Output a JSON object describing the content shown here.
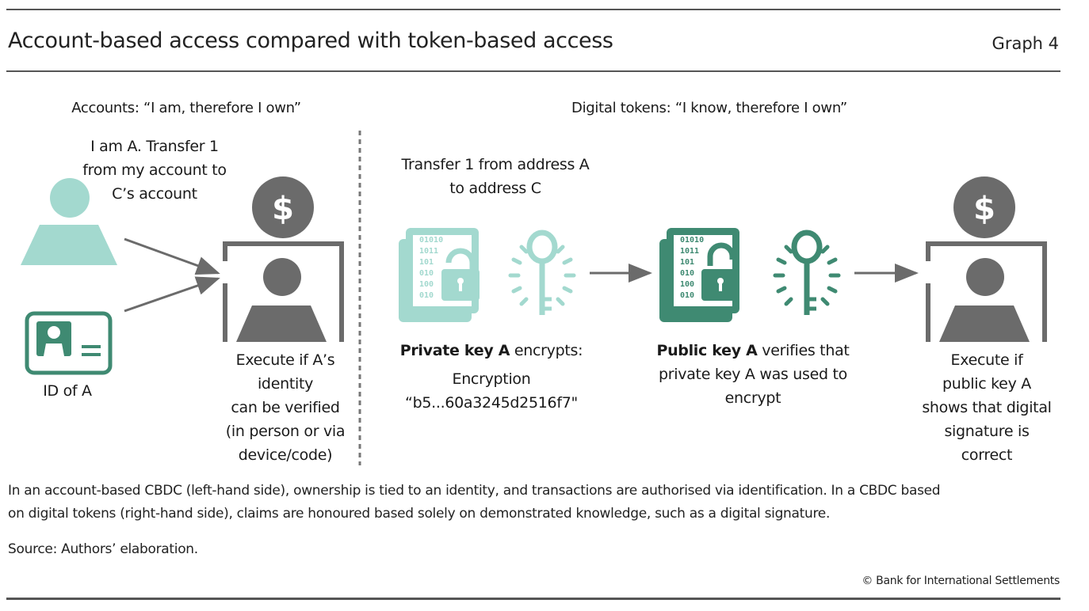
{
  "header": {
    "title": "Account-based access compared with token-based access",
    "graph_number": "Graph 4"
  },
  "left_panel": {
    "heading": "Accounts: “I am, therefore I own”",
    "request_text": [
      "I am A. Transfer 1",
      "from my account to",
      "C’s account"
    ],
    "id_label": "ID of A",
    "execute_text": [
      "Execute if A’s",
      "identity",
      "can be verified",
      "(in person or via",
      "device/code)"
    ]
  },
  "right_panel": {
    "heading": "Digital tokens: “I know, therefore I own”",
    "request_text": [
      "Transfer 1 from address A",
      "to address C"
    ],
    "private_key_bold": "Private key A",
    "private_key_rest": " encrypts:",
    "encryption_label": "Encryption",
    "encryption_value": "“b5...60a3245d2516f7\"",
    "public_key_bold": "Public key A",
    "public_key_rest": [
      " verifies that",
      "private key A was used to",
      "encrypt"
    ],
    "execute_text": [
      "Execute if",
      "public key A",
      "shows that digital",
      "signature is",
      "correct"
    ],
    "binary_digits": [
      "01010",
      "1011",
      "101",
      "010",
      "100",
      "010"
    ]
  },
  "icons": {
    "dollar_symbol": "$"
  },
  "colors": {
    "light_teal": "#a3d9cf",
    "dark_green": "#3f8a72",
    "gray": "#6b6b6b",
    "rule": "#555555"
  },
  "footer": {
    "note_lines": [
      "In an account-based CBDC (left-hand side), ownership is tied to an identity, and transactions are authorised via identification. In a CBDC based",
      "on digital tokens (right-hand side), claims are honoured based solely on demonstrated knowledge, such as a digital signature."
    ],
    "source": "Source: Authors’ elaboration.",
    "copyright": "© Bank for International Settlements"
  }
}
